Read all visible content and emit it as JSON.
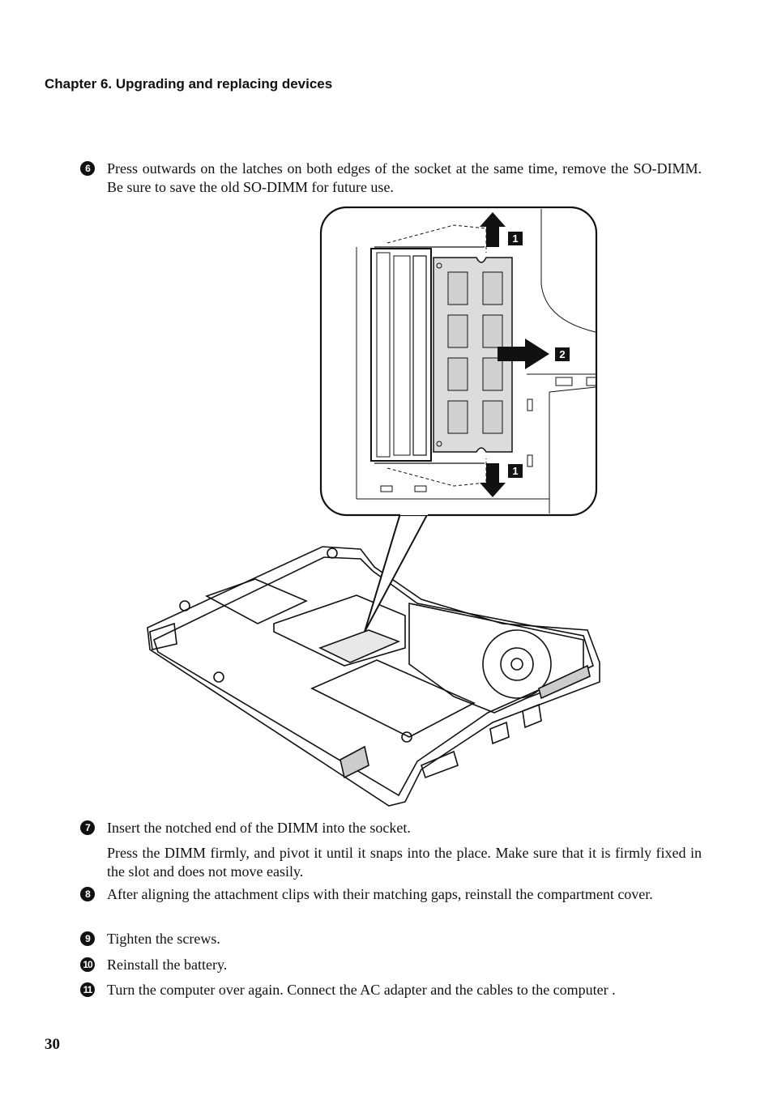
{
  "header": {
    "chapter_title": "Chapter 6. Upgrading and replacing devices"
  },
  "steps": [
    {
      "number": "6",
      "paragraphs": [
        "Press outwards on the latches on both edges of the socket at the same time, remove the SO-DIMM. Be sure to save the old SO-DIMM for future use."
      ]
    },
    {
      "number": "7",
      "paragraphs": [
        "Insert the notched end of the DIMM into the socket.",
        "Press the DIMM firmly, and pivot it until it snaps into the place. Make sure that it is firmly fixed in the slot and does not move easily."
      ]
    },
    {
      "number": "8",
      "paragraphs": [
        "After aligning the attachment clips with their matching gaps, reinstall the compartment cover."
      ]
    },
    {
      "number": "9",
      "paragraphs": [
        "Tighten the screws."
      ]
    },
    {
      "number": "10",
      "paragraphs": [
        "Reinstall the battery."
      ]
    },
    {
      "number": "11",
      "paragraphs": [
        "Turn the computer over again. Connect the AC adapter and the cables to the computer ."
      ]
    }
  ],
  "figure": {
    "callouts": [
      "1",
      "2",
      "1"
    ]
  },
  "footer": {
    "page_number": "30"
  }
}
